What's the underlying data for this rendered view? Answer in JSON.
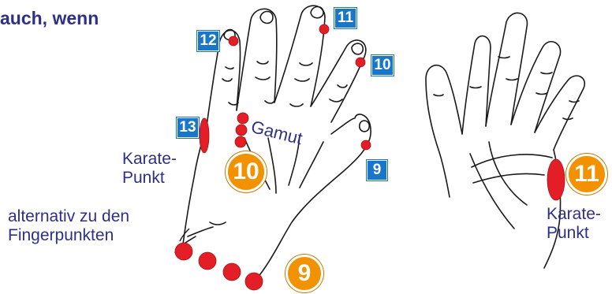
{
  "heading": {
    "line_top": "...",
    "line_main": "auch, wenn"
  },
  "points": {
    "p12": "12",
    "p11": "11",
    "p10": "10",
    "p9": "9",
    "p13": "13",
    "p10_big": "10",
    "p9_big": "9",
    "p11_big": "11"
  },
  "labels": {
    "karate_left_1": "Karate-",
    "karate_left_2": "Punkt",
    "karate_right_1": "Karate-",
    "karate_right_2": "Punkt",
    "alternative_1": "alternativ zu den",
    "alternative_2": "Fingerpunkten",
    "gamut": "Gamut"
  },
  "colors": {
    "text": "#2e2f86",
    "point_red": "#e41e26",
    "badge_blue": "#1976c8",
    "badge_orange": "#f39200",
    "outline": "#1a1a1a"
  }
}
